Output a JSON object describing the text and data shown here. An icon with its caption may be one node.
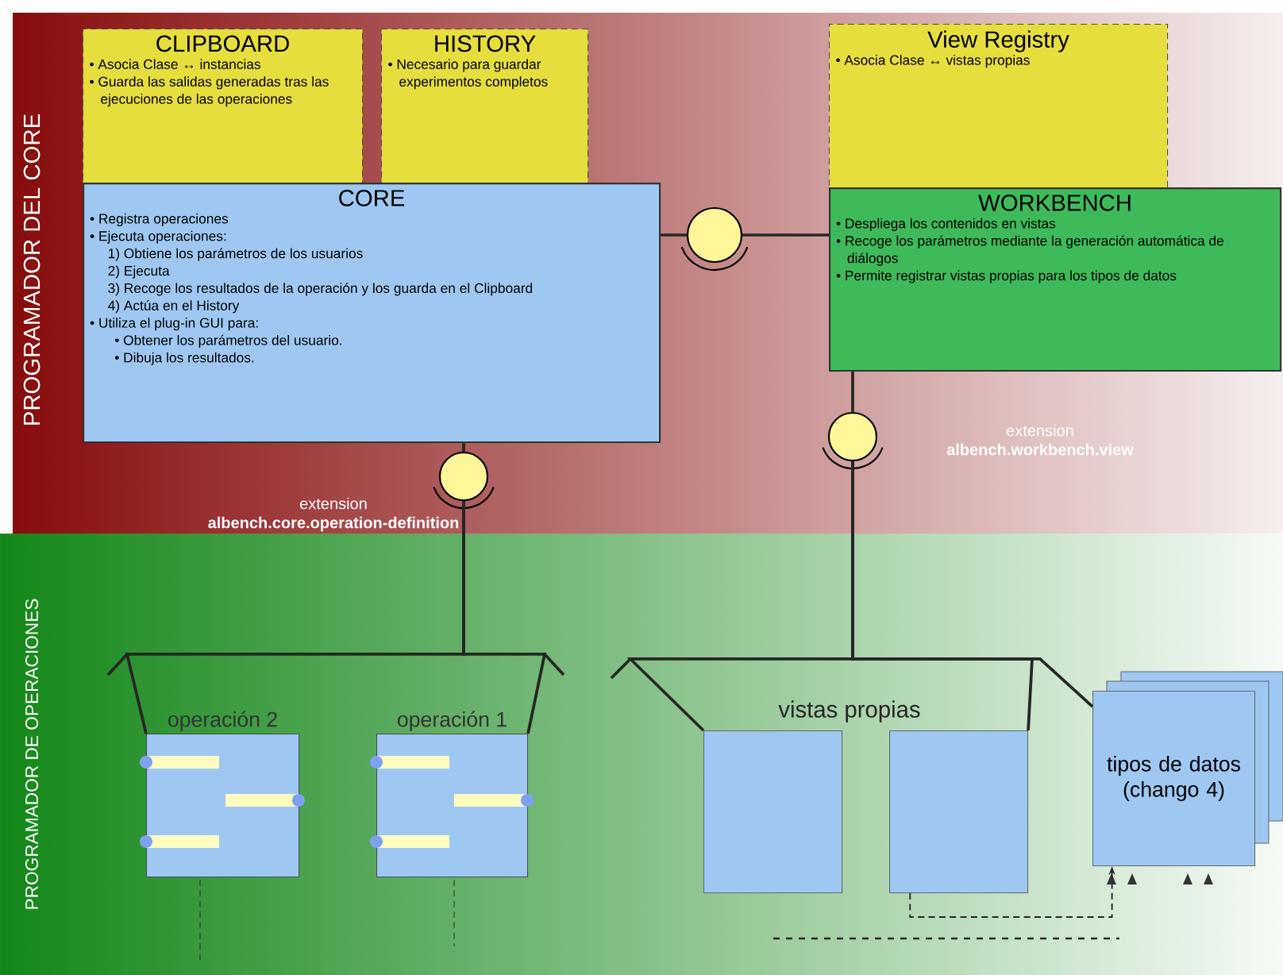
{
  "diagram": {
    "nodes": [
      {
        "text": [
          "CLIPBOARD",
          "• Asocia Clase ↔ instancias",
          "• Guarda las salidas generadas tras las ejecuciones de las operaciones"
        ]
      },
      {
        "text": [
          "HISTORY",
          "• Necesario para guardar experimentos completos"
        ]
      },
      {
        "text": [
          "View Registry",
          "• Asocia Clase ↔ vistas propias"
        ]
      },
      {
        "text": [
          "CORE",
          "• Registra operaciones",
          "• Ejecuta operaciones:",
          "1) Obtiene los parámetros de los usuarios",
          "2) Ejecuta",
          "3) Recoge los resultados de la operación y los guarda en el Clipboard",
          "4) Actúa en el History",
          "• Utiliza el plug-in GUI para:",
          "• Obtener los parámetros del usuario.",
          "• Dibuja los resultados."
        ]
      },
      {
        "text": [
          "WORKBENCH",
          "• Despliega los contenidos en vistas",
          "• Recoge los parámetros mediante la generación automática de diálogos",
          "• Permite registrar vistas propias para los tipos de datos"
        ]
      },
      {
        "text": [],
        "shape": "circle"
      },
      {
        "text": [],
        "shape": "circle",
        "beside": [
          "extension",
          "albench.core.operation-definition"
        ]
      },
      {
        "text": [],
        "shape": "circle",
        "beside": [
          "extension",
          "albench.workbench.view"
        ]
      },
      {
        "text": [
          "operación 2"
        ]
      },
      {
        "text": [
          "operación 1"
        ]
      },
      {
        "text": [],
        "shape": "box"
      },
      {
        "text": [],
        "shape": "box"
      },
      {
        "text": [
          "tipos de datos (chango 4)"
        ]
      }
    ],
    "edges": [
      {
        "from": 3,
        "to": 5,
        "arrow": "none"
      },
      {
        "from": 5,
        "to": 4,
        "arrow": "none"
      },
      {
        "from": 3,
        "to": 6,
        "arrow": "none"
      },
      {
        "from": 4,
        "to": 7,
        "arrow": "none"
      },
      {
        "from": 6,
        "to": 8,
        "arrow": "none"
      },
      {
        "from": 6,
        "to": 9,
        "arrow": "none"
      },
      {
        "from": 7,
        "to": 10,
        "arrow": "none"
      },
      {
        "from": 7,
        "to": 11,
        "arrow": "none"
      },
      {
        "from": 7,
        "to": 12,
        "arrow": "none"
      },
      {
        "from": 11,
        "to": 12,
        "arrow": "to",
        "style": "dashed"
      }
    ],
    "labels": [
      "PROGRAMADOR DEL CORE",
      "PROGRAMADOR DE OPERACIONES",
      "vistas propias"
    ]
  }
}
